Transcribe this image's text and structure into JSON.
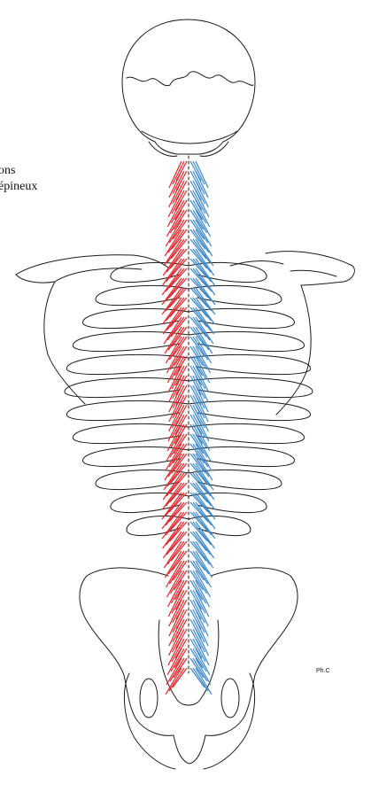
{
  "caption": {
    "line1": "ons",
    "line2": "épineux"
  },
  "signature": "Ph.C",
  "colors": {
    "left_muscles": "#e0262c",
    "right_muscles": "#3a86c8",
    "outline": "#1a1a1a",
    "background": "#ffffff"
  },
  "figure": {
    "subject": "posterior skeleton with spinal rotator muscles",
    "icons": [
      "skull-icon",
      "ribcage-icon",
      "scapula-icon",
      "pelvis-icon",
      "spine-icon"
    ]
  }
}
